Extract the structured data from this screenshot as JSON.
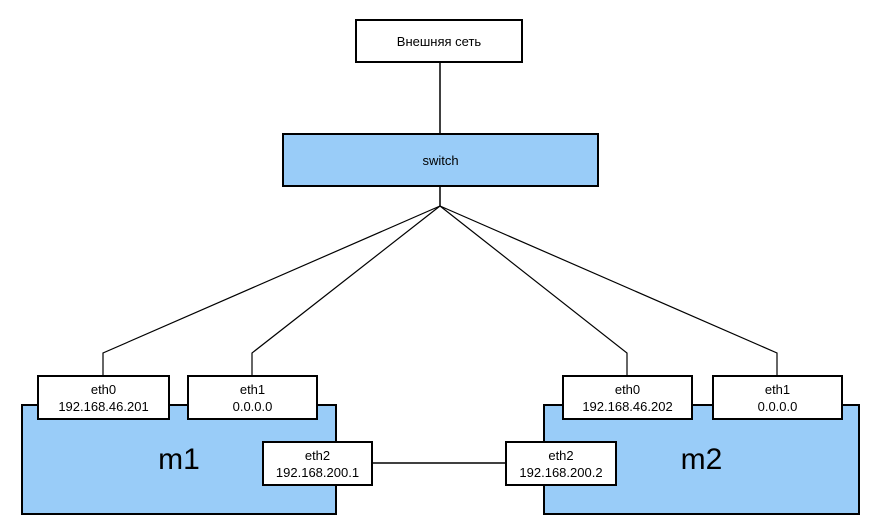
{
  "diagram": {
    "external_network": {
      "label": "Внешняя сеть"
    },
    "switch": {
      "label": "switch"
    },
    "machines": [
      {
        "name": "m1",
        "interfaces": [
          {
            "name": "eth0",
            "ip": "192.168.46.201"
          },
          {
            "name": "eth1",
            "ip": "0.0.0.0"
          },
          {
            "name": "eth2",
            "ip": "192.168.200.1"
          }
        ]
      },
      {
        "name": "m2",
        "interfaces": [
          {
            "name": "eth0",
            "ip": "192.168.46.202"
          },
          {
            "name": "eth1",
            "ip": "0.0.0.0"
          },
          {
            "name": "eth2",
            "ip": "192.168.200.2"
          }
        ]
      }
    ],
    "connections": [
      "external_network - switch",
      "switch - m1.eth0",
      "switch - m1.eth1",
      "switch - m2.eth0",
      "switch - m2.eth1",
      "m1.eth2 - m2.eth2"
    ],
    "colors": {
      "node_fill_blue": "#99CCF8",
      "node_fill_white": "#ffffff",
      "border": "#000000",
      "line": "#000000",
      "background": "#ffffff"
    }
  }
}
